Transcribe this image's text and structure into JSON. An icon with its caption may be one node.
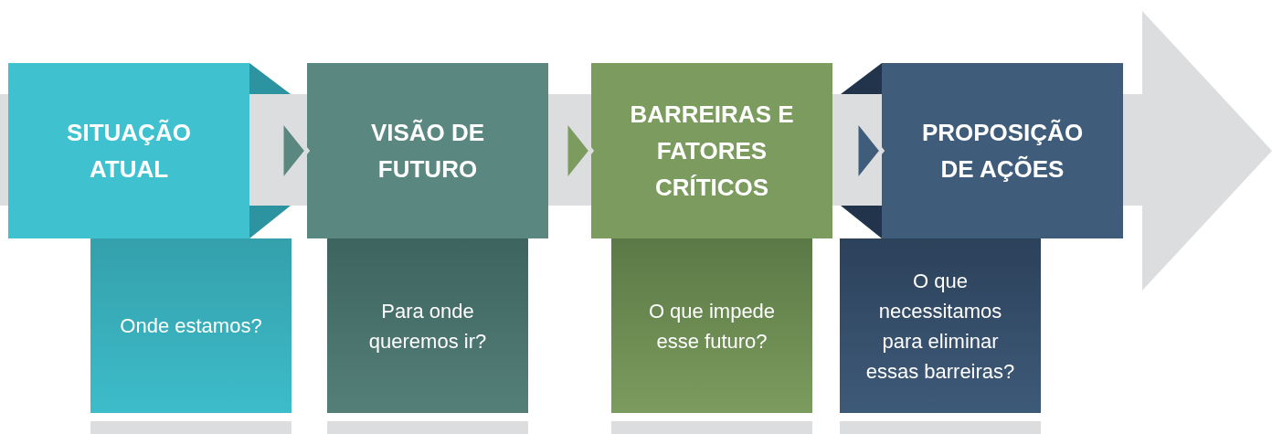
{
  "diagram": {
    "nodes": [
      {
        "text": [
          "SITUAÇÃO ATUAL"
        ]
      },
      {
        "text": [
          "Onde estamos?"
        ]
      },
      {
        "text": [
          "VISÃO DE FUTURO"
        ]
      },
      {
        "text": [
          "Para onde queremos ir?"
        ]
      },
      {
        "text": [
          "BARREIRAS E FATORES CRÍTICOS"
        ]
      },
      {
        "text": [
          "O que impede esse futuro?"
        ]
      },
      {
        "text": [
          "PROPOSIÇÃO DE AÇÕES"
        ]
      },
      {
        "text": [
          "O que necessitamos para eliminar essas barreiras?"
        ]
      },
      {
        "text": [],
        "shape": "bar"
      },
      {
        "text": [],
        "shape": "bar"
      },
      {
        "text": [],
        "shape": "bar"
      },
      {
        "text": [],
        "shape": "bar"
      }
    ],
    "edges": [
      {
        "from": 0,
        "to": 2,
        "arrow": "to"
      },
      {
        "from": 2,
        "to": 4,
        "arrow": "to"
      },
      {
        "from": 4,
        "to": 6,
        "arrow": "to"
      }
    ]
  }
}
